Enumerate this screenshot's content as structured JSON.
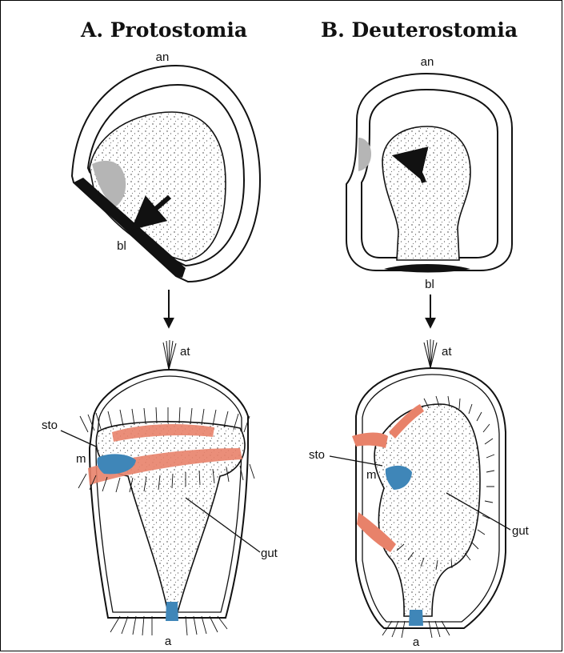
{
  "panels": {
    "a": {
      "title": "A. Protostomia",
      "labels": {
        "an": "an",
        "bl": "bl",
        "at": "at",
        "sto": "sto",
        "m": "m",
        "gut": "gut",
        "a": "a"
      }
    },
    "b": {
      "title": "B. Deuterostomia",
      "labels": {
        "an": "an",
        "bl": "bl",
        "at": "at",
        "sto": "sto",
        "m": "m",
        "gut": "gut",
        "a": "a"
      }
    }
  },
  "colors": {
    "ciliary_band": "#e8826a",
    "mouth_region": "#3f86b8",
    "blastopore_lip": "#b5b5b5",
    "blastopore": "#111111"
  }
}
